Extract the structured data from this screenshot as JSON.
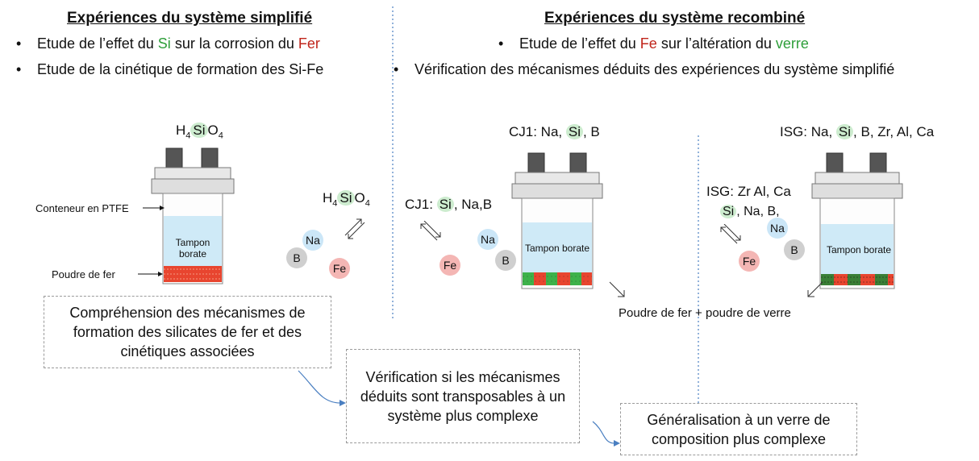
{
  "left_panel": {
    "heading": "Expériences du système simplifié",
    "bullet1": {
      "a": "Etude de l’effet du ",
      "b": "Si",
      "c": " sur la corrosion du ",
      "d": "Fer"
    },
    "bullet2": "Etude de la cinétique de formation des Si-Fe",
    "reactor_top_label": {
      "p1": "H",
      "sub1": "4",
      "p2": "Si",
      "p3": "O",
      "sub2": "4"
    },
    "container_label": "Conteneur en PTFE",
    "powder_label": "Poudre de fer",
    "solution_label": "Tampon borate",
    "equilibrium_label": {
      "p1": "H",
      "sub1": "4",
      "p2": "Si",
      "p3": "O",
      "sub2": "4"
    },
    "ions": {
      "na": "Na",
      "b": "B",
      "fe": "Fe"
    },
    "box_text": "Compréhension des mécanismes de formation des silicates de fer et des cinétiques associées"
  },
  "right_panel": {
    "heading": "Expériences du système recombiné",
    "bullet1": {
      "a": "Etude de l’effet du ",
      "b": "Fe",
      "c": " sur l’altération du ",
      "d": "verre"
    },
    "bullet2": "Vérification des mécanismes déduits des expériences du système simplifié",
    "cj1": {
      "title": {
        "a": "CJ1: Na, ",
        "b": "Si",
        "c": ", B"
      },
      "release": {
        "a": "CJ1: ",
        "b": "Si",
        "c": ", Na,B"
      },
      "solution_label": "Tampon borate",
      "ions": {
        "na": "Na",
        "b": "B",
        "fe": "Fe"
      }
    },
    "isg": {
      "title": {
        "a": "ISG: Na, ",
        "b": "Si",
        "c": ", B, Zr, Al, Ca"
      },
      "release_line1": "ISG: Zr Al, Ca",
      "release_line2": {
        "a": "Si",
        "b": ", Na, B,"
      },
      "solution_label": "Tampon borate",
      "ions": {
        "na": "Na",
        "b": "B",
        "fe": "Fe"
      }
    },
    "powder_mix_label": "Poudre de fer + poudre de verre"
  },
  "boxes": {
    "verification": "Vérification si les mécanismes déduits sont transposables à un système plus complexe",
    "generalisation": "Généralisation à un verre de composition plus complexe"
  },
  "colors": {
    "green_text": "#2e9e3a",
    "red_text": "#c0251b",
    "solution": "#cfeaf7",
    "iron_powder": "#e8452f",
    "glass_powder": "#3db24a",
    "divider": "#4a7fc1",
    "arrow": "#4a7fc1"
  }
}
